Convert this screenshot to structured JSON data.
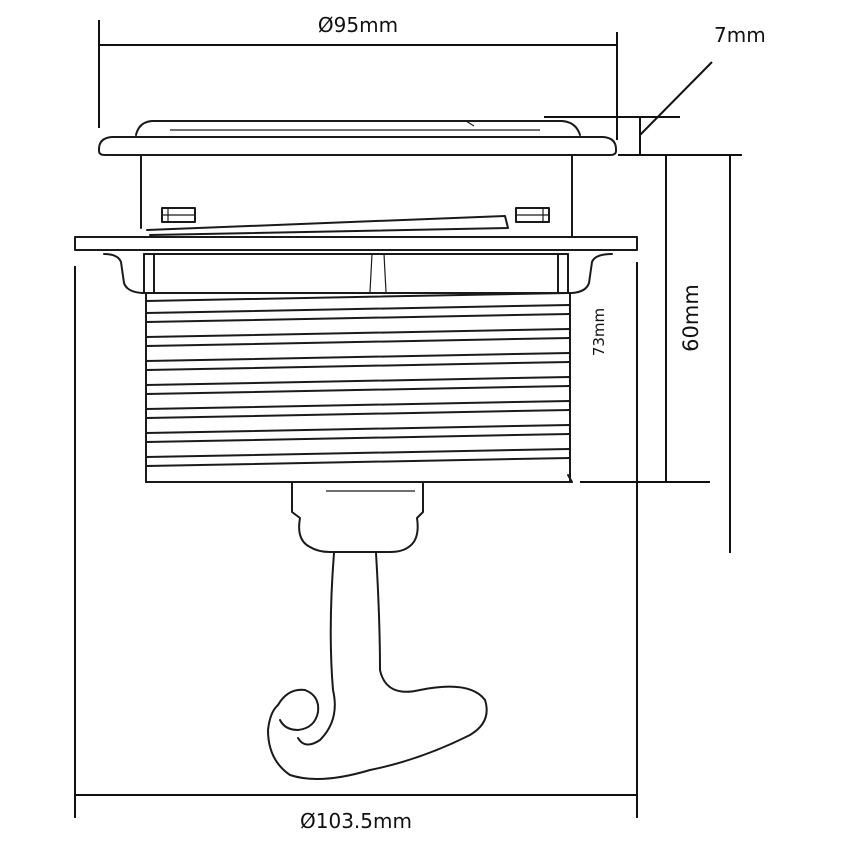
{
  "dimensions": {
    "top_diameter": "Ø95mm",
    "flange_thickness": "7mm",
    "thread_height": "73mm",
    "body_height": "60mm",
    "flange_diameter": "Ø103.5mm"
  },
  "colors": {
    "line": "#1a1a1a",
    "background": "#ffffff"
  }
}
